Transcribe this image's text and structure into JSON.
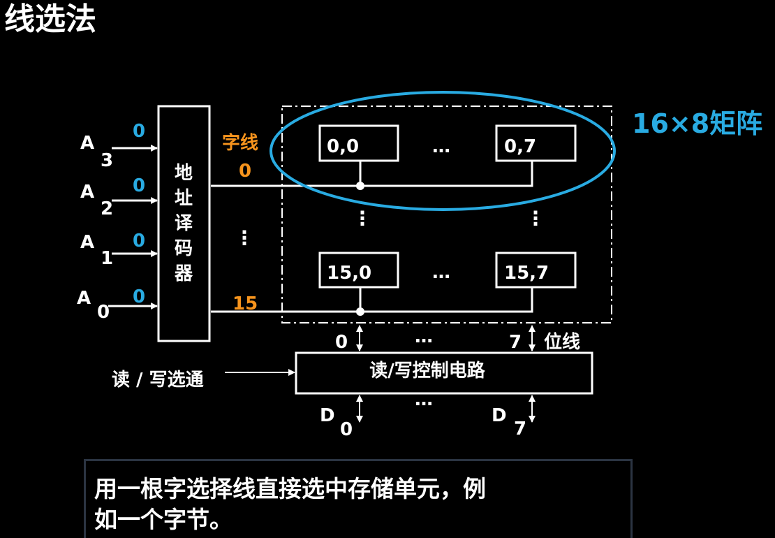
{
  "title": "线选法",
  "matrix_label": "16×8矩阵",
  "address_inputs": [
    {
      "letter": "A",
      "index": "3",
      "value": "0"
    },
    {
      "letter": "A",
      "index": "2",
      "value": "0"
    },
    {
      "letter": "A",
      "index": "1",
      "value": "0"
    },
    {
      "letter": "A",
      "index": "0",
      "value": "0"
    }
  ],
  "decoder_label": [
    "地",
    "址",
    "译",
    "码",
    "器"
  ],
  "word_line": {
    "label": "字线",
    "first_index": "0",
    "last_index": "15"
  },
  "cells": {
    "top_left": "0,0",
    "top_right": "0,7",
    "bottom_left": "15,0",
    "bottom_right": "15,7"
  },
  "bit_lines": {
    "first": "0",
    "last": "7",
    "label": "位线"
  },
  "ellipsis": "…",
  "vertical_ellipsis": "⋮",
  "rw_select_label": "读 / 写选通",
  "rw_control_label": "读/写控制电路",
  "data_lines": [
    {
      "letter": "D",
      "index": "0"
    },
    {
      "letter": "D",
      "index": "7"
    }
  ],
  "caption_line1": "用一根字选择线直接选中存储单元，例",
  "caption_line2": "如一个字节。",
  "colors": {
    "background": "#000000",
    "foreground": "#ffffff",
    "input_value": "#29abe2",
    "word_line_label": "#f7941d",
    "highlight_ellipse": "#29abe2",
    "caption_border": "#2b3442"
  }
}
